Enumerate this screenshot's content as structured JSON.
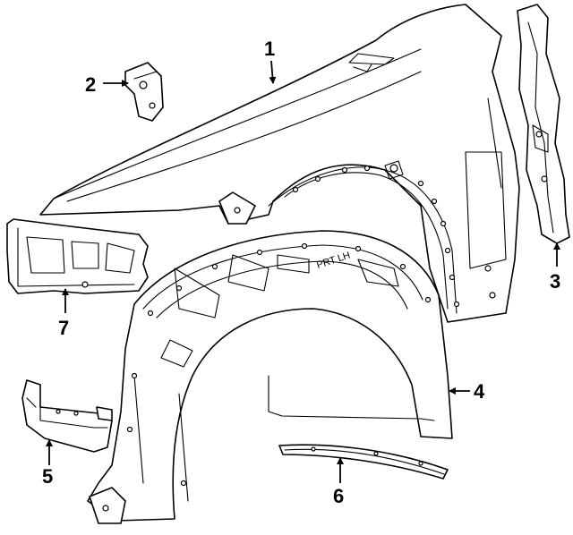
{
  "callouts": [
    {
      "id": "1",
      "label": "1"
    },
    {
      "id": "2",
      "label": "2"
    },
    {
      "id": "3",
      "label": "3"
    },
    {
      "id": "4",
      "label": "4"
    },
    {
      "id": "5",
      "label": "5"
    },
    {
      "id": "6",
      "label": "6"
    },
    {
      "id": "7",
      "label": "7"
    }
  ],
  "liner_stamp": "PRT LH",
  "colors": {
    "line": "#000000",
    "background": "#ffffff"
  }
}
